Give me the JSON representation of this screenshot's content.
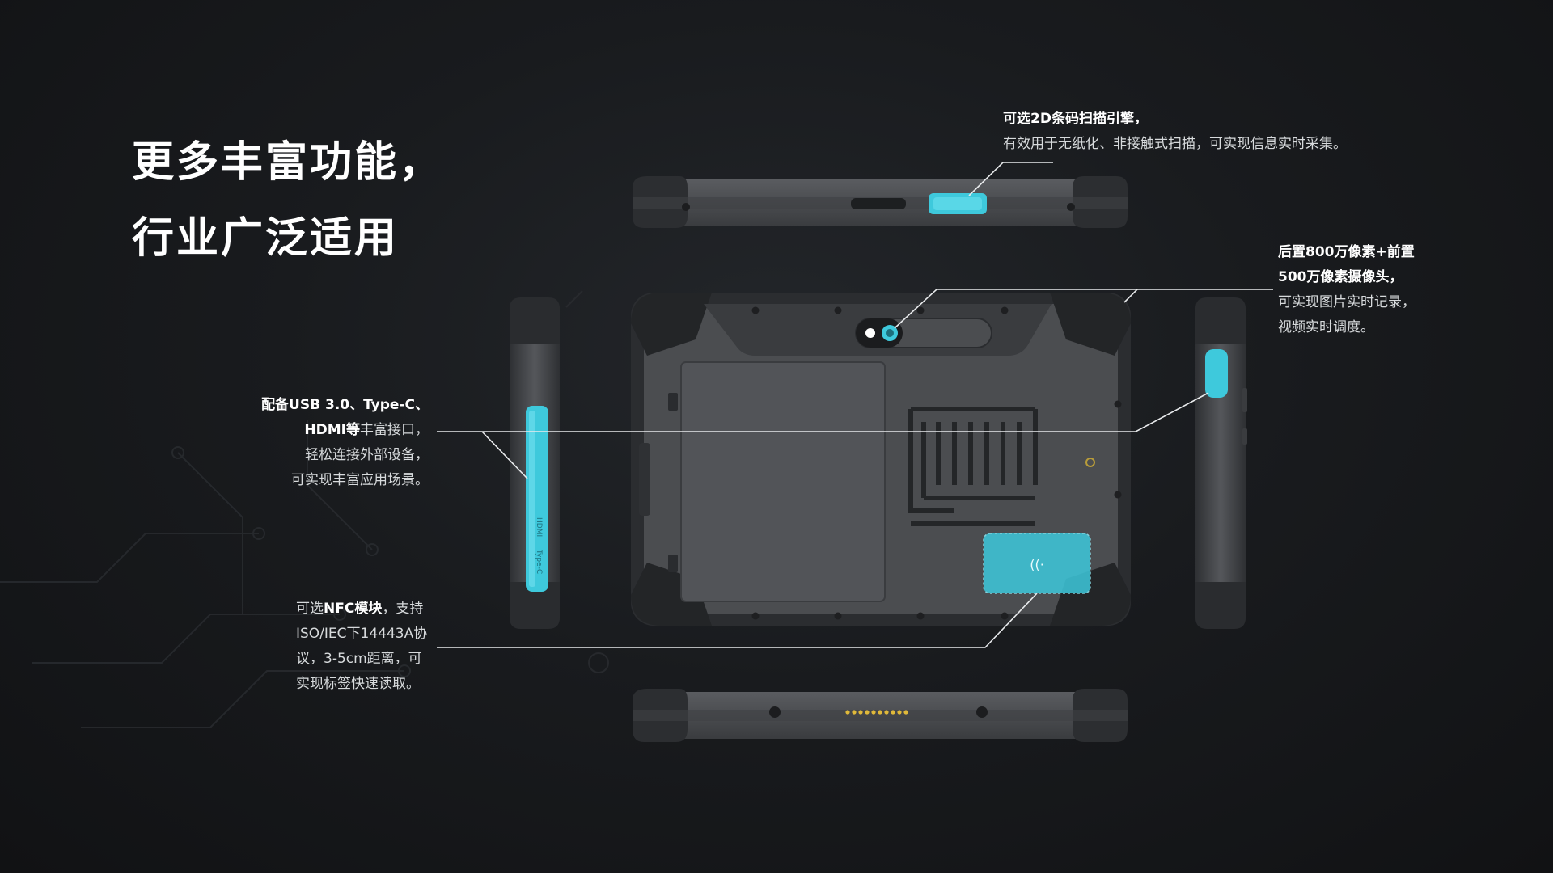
{
  "headline": {
    "line1": "更多丰富功能，",
    "line2": "行业广泛适用"
  },
  "callouts": {
    "barcode": {
      "title": "可选2D条码扫描引擎，",
      "desc": "有效用于无纸化、非接触式扫描，可实现信息实时采集。"
    },
    "camera": {
      "title1": "后置800万像素+前置",
      "title2": "500万像素摄像头，",
      "desc1": "可实现图片实时记录，",
      "desc2": "视频实时调度。"
    },
    "ports": {
      "bold1": "配备USB 3.0、Type-C、",
      "bold2": "HDMI等",
      "text2": "丰富接口，",
      "line3": "轻松连接外部设备，",
      "line4": "可实现丰富应用场景。"
    },
    "nfc": {
      "pre1": "可选",
      "bold1": "NFC模块",
      "post1": "，支持",
      "line2": "ISO/IEC下14443A协",
      "line3": "议，3-5cm距离，可",
      "line4": "实现标签快速读取。"
    }
  },
  "device": {
    "nfc_icon": "nfc-icon",
    "port_labels": [
      "HDMI",
      "Type-C"
    ]
  },
  "colors": {
    "accent": "#3ec9dc",
    "body": "#4a4c4f",
    "bumper": "#2c2e31",
    "pogo": "#e0b93a"
  }
}
